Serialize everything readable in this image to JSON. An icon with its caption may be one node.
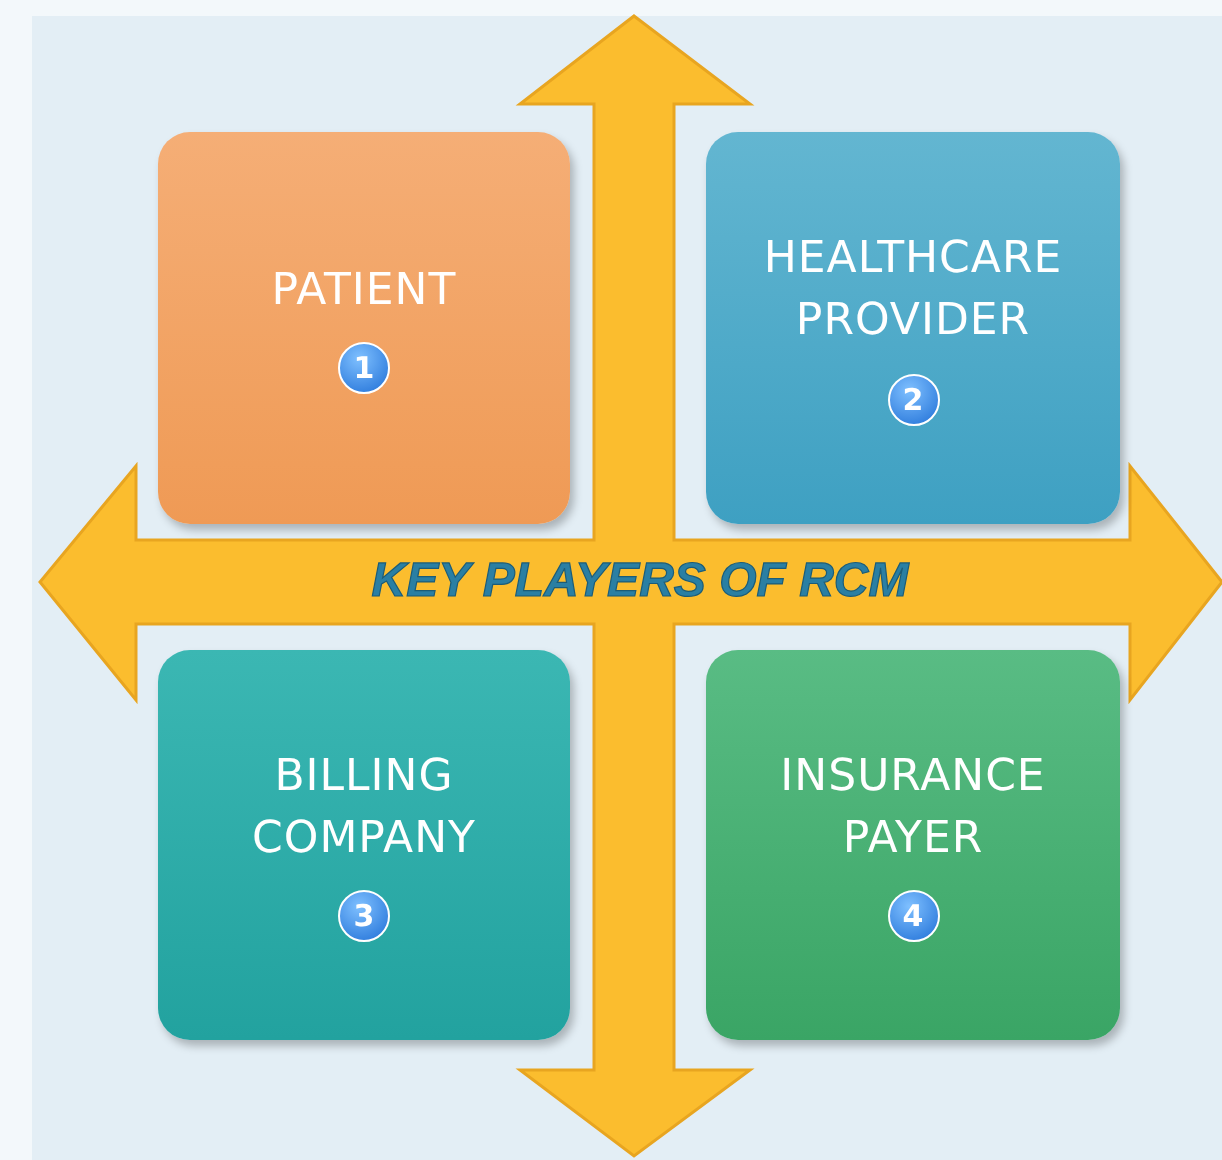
{
  "diagram": {
    "title": "KEY PLAYERS OF RCM",
    "nodes": [
      {
        "text": [
          "PATIENT",
          "1"
        ]
      },
      {
        "text": [
          "HEALTHCARE PROVIDER",
          "2"
        ]
      },
      {
        "text": [
          "BILLING COMPANY",
          "3"
        ]
      },
      {
        "text": [
          "INSURANCE PAYER",
          "4"
        ]
      }
    ]
  }
}
